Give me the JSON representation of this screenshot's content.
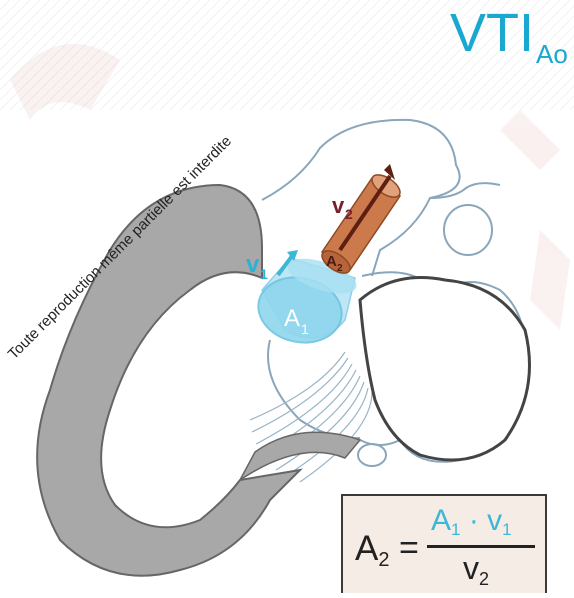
{
  "title": {
    "text": "VTI",
    "sub": "Ao"
  },
  "watermark": {
    "text": "Toute reproduction même partielle est interdite"
  },
  "diagram": {
    "labels": {
      "v2": "v2",
      "v1": "v1",
      "a1": "A1",
      "a2": "A2"
    }
  },
  "formula": {
    "lhs": "A",
    "lhs_sub": "2",
    "eq": "=",
    "num_a": "A",
    "num_a_sub": "1",
    "dot": "·",
    "num_v": "v",
    "num_v_sub": "1",
    "den": "v",
    "den_sub": "2"
  },
  "colors": {
    "accent": "#19a8cf",
    "flow_cyan": "#8fd6ee",
    "cylinder": "#c9774a",
    "tissue": "#a8a8a8",
    "outline": "#7f9db4",
    "formula_bg": "#f5ece6"
  }
}
